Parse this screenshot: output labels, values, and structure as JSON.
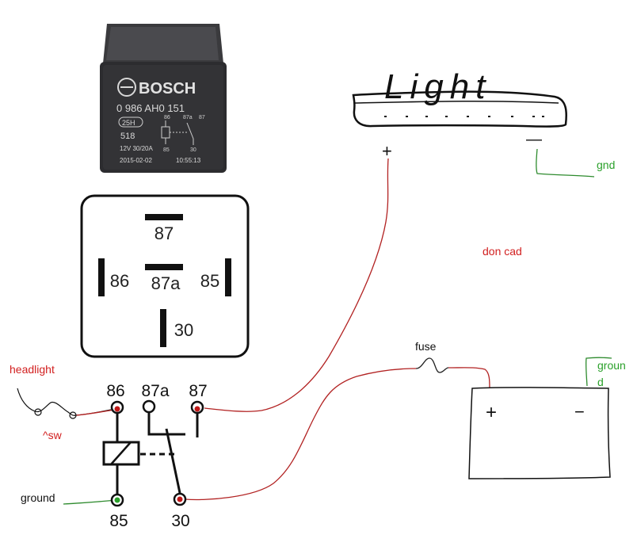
{
  "relay_photo": {
    "brand": "BOSCH",
    "part_number": "0 986 AH0 151",
    "badge": "25H",
    "code": "518",
    "pins": [
      "86",
      "87a",
      "87"
    ],
    "pins_bottom": [
      "85",
      "30"
    ],
    "rating": "12V 30/20A",
    "date": "2015-02-02",
    "time": "10:55:13"
  },
  "pinout": {
    "pin_87": "87",
    "pin_87a": "87a",
    "pin_86": "86",
    "pin_85": "85",
    "pin_30": "30"
  },
  "schematic": {
    "top_pins": [
      "86",
      "87a",
      "87"
    ],
    "bottom_pins": [
      "85",
      "30"
    ]
  },
  "annotations": {
    "headlight": "headlight",
    "sw": "^sw",
    "ground": "ground",
    "light": "Light",
    "light_plus": "+",
    "light_minus": "—",
    "gnd": "gnd",
    "don_cad": "don cad",
    "fuse": "fuse",
    "battery_plus": "+",
    "battery_minus": "−",
    "ground_line1": "groun",
    "ground_line2": "d"
  },
  "colors": {
    "wire_red": "#b22222",
    "wire_green": "#2e8b2e",
    "label_red": "#d22020",
    "label_green": "#2aa02a",
    "ink": "#111111"
  }
}
